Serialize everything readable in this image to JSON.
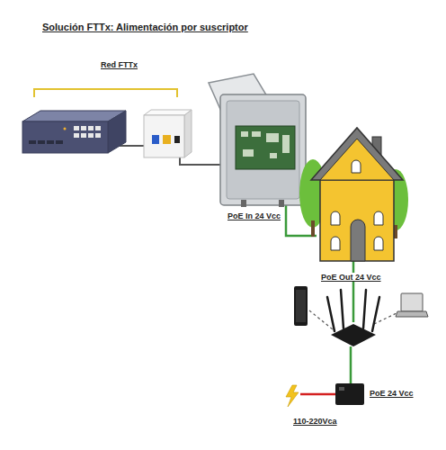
{
  "diagram": {
    "title": "Solución FTTx: Alimentación por suscriptor",
    "labels": [
      "Red FTTx",
      "PoE In 24 Vcc",
      "PoE Out 24 Vcc",
      "PoE 24 Vcc",
      "110-220Vca"
    ]
  }
}
